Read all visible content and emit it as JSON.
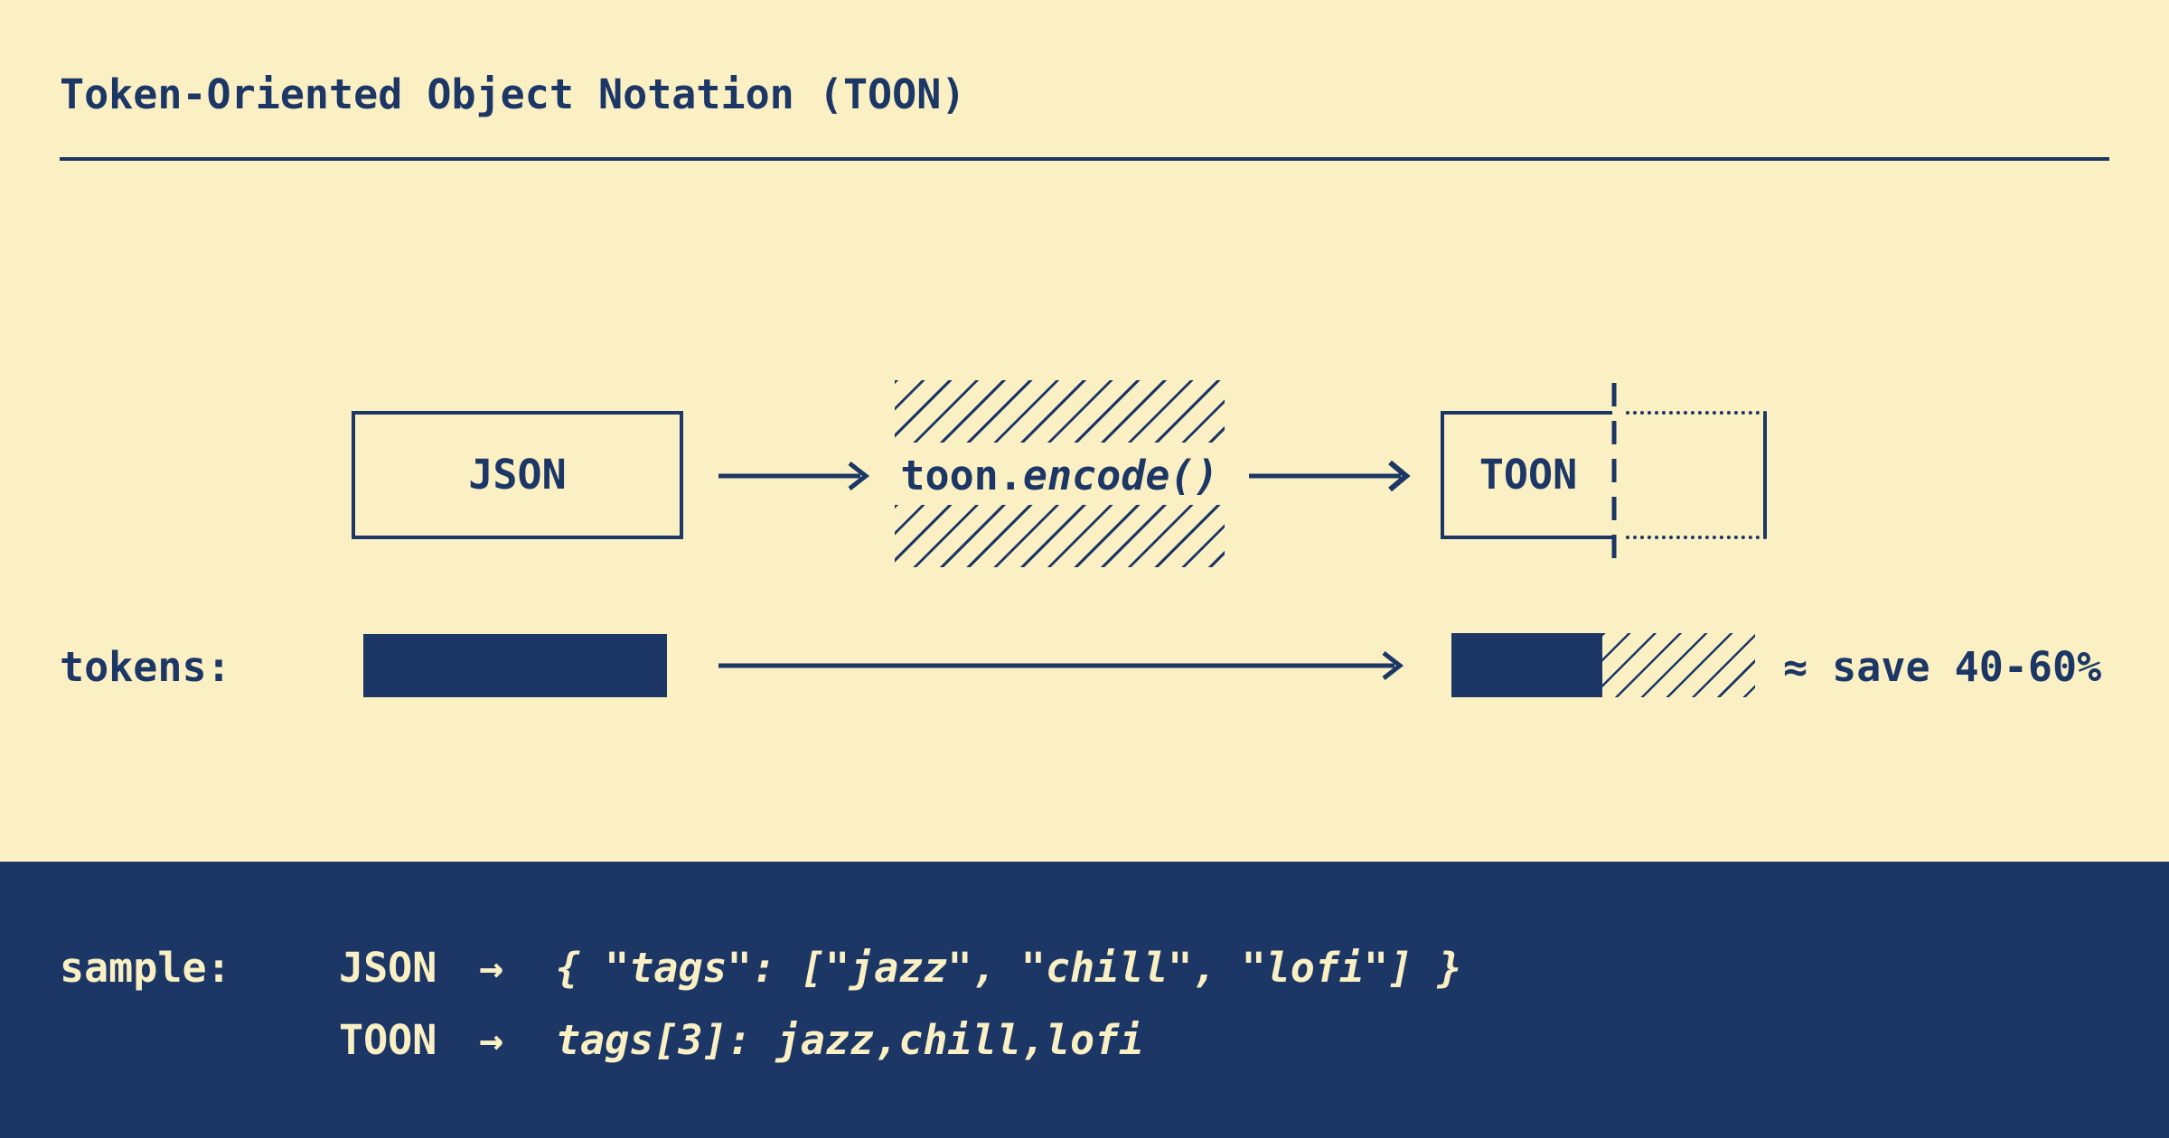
{
  "title": "Token-Oriented Object Notation (TOON)",
  "colors": {
    "navy": "#1C3766",
    "cream": "#FAF0C4"
  },
  "flow": {
    "input_box_label": "JSON",
    "encoder": {
      "regular": "toon.",
      "italic": "encode()"
    },
    "output_box_label": "TOON"
  },
  "tokens": {
    "label": "tokens:",
    "savings_note": "≈ save 40-60%"
  },
  "sample": {
    "label": "sample:",
    "rows": [
      {
        "format": "JSON",
        "arrow": "→",
        "code": "{ \"tags\": [\"jazz\", \"chill\", \"lofi\"] }"
      },
      {
        "format": "TOON",
        "arrow": "→",
        "code": "tags[3]: jazz,chill,lofi"
      }
    ]
  }
}
